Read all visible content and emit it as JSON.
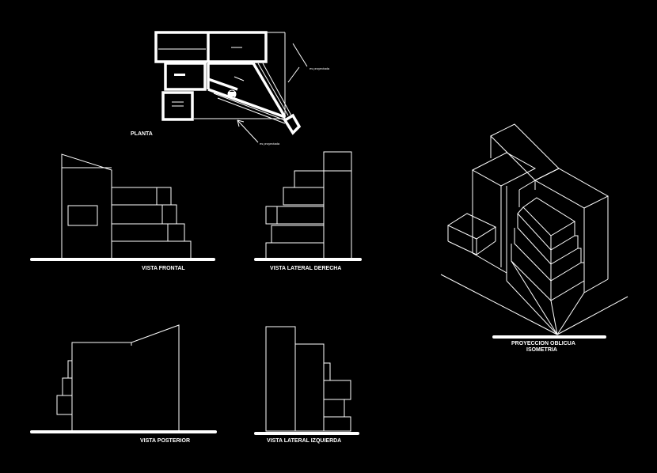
{
  "colors": {
    "background": "#000000",
    "linework": "#ffffff"
  },
  "plan": {
    "title": "PLANTA",
    "note_top": "es proyectada",
    "note_bottom": "es proyectada"
  },
  "views": {
    "front": "VISTA FRONTAL",
    "right": "VISTA LATERAL DERECHA",
    "back": "VISTA POSTERIOR",
    "left": "VISTA LATERAL IZQUIERDA"
  },
  "projection": {
    "line1": "PROYECCION OBLICUA",
    "line2": "ISOMETRIA"
  }
}
